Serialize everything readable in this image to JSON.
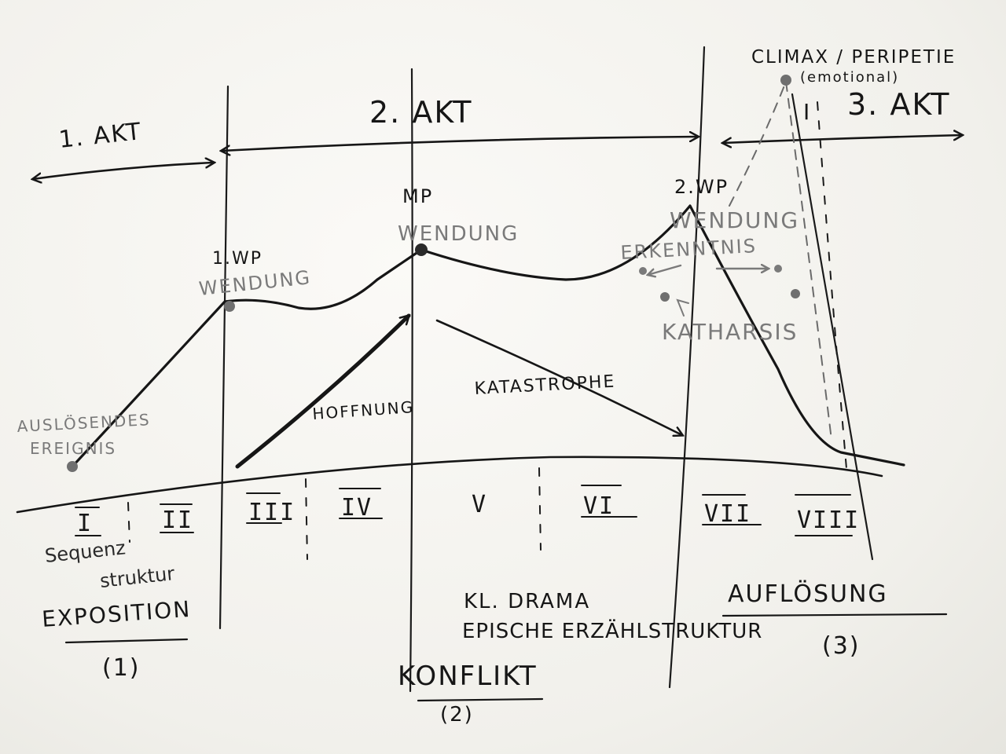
{
  "acts": {
    "act1": "1. AKT",
    "act2": "2. AKT",
    "act3": "3. AKT"
  },
  "plot_points": {
    "pp1": "1.WP",
    "pp1_sub": "WENDUNG",
    "midpoint": "MP",
    "midpoint_sub": "WENDUNG",
    "pp2": "2.WP",
    "pp2_sub": "WENDUNG",
    "climax": "CLIMAX / PERIPETIE",
    "climax_sub": "(emotional)"
  },
  "labels": {
    "inciting_line1": "AUSLÖSENDES",
    "inciting_line2": "EREIGNIS",
    "hope": "HOFFNUNG",
    "catastrophe": "KATASTROPHE",
    "recognition": "ERKENNTNIS",
    "catharsis": "KATHARSIS",
    "roman_markers": [
      "I",
      "II",
      "III",
      "IV",
      "V",
      "VI",
      "VII",
      "VIII"
    ],
    "act3_divider": "I"
  },
  "footer": {
    "sequence_line1": "Sequenz",
    "sequence_line2": "struktur",
    "exposition": "EXPOSITION",
    "exposition_num": "(1)",
    "drama": "KL. DRAMA",
    "epic": "EPISCHE ERZÄHLSTRUKTUR",
    "conflict": "KONFLIKT",
    "conflict_num": "(2)",
    "resolution": "AUFLÖSUNG",
    "resolution_num": "(3)"
  },
  "colors": {
    "ink": "#161616",
    "pencil": "#7a7a7a",
    "paper": "#f4f3ef"
  }
}
